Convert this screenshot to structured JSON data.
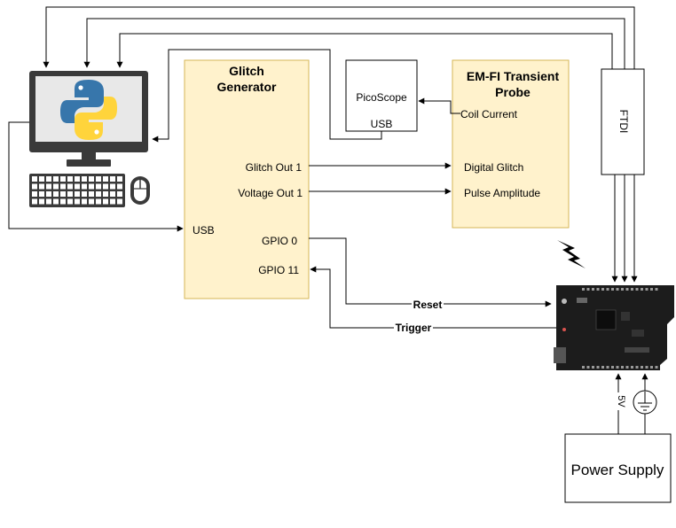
{
  "colors": {
    "block_fill": "#fff2cc",
    "block_stroke": "#d6b656",
    "line": "#000000",
    "monitor_body": "#3a3a3a",
    "monitor_screen": "#e8e8e8",
    "python_blue": "#3776ab",
    "python_yellow": "#ffd43b",
    "board": "#1c1c1c"
  },
  "glitch_generator": {
    "title_line1": "Glitch",
    "title_line2": "Generator",
    "glitch_out": "Glitch Out 1",
    "voltage_out": "Voltage Out 1",
    "usb": "USB",
    "gpio0": "GPIO 0",
    "gpio11": "GPIO 11"
  },
  "picoscope": {
    "name": "PicoScope",
    "usb": "USB"
  },
  "probe": {
    "title_line1": "EM-FI Transient",
    "title_line2": "Probe",
    "coil_current": "Coil Current",
    "digital_glitch": "Digital Glitch",
    "pulse_amplitude": "Pulse Amplitude"
  },
  "ftdi": {
    "label": "FTDI"
  },
  "signals": {
    "reset": "Reset",
    "trigger": "Trigger",
    "five_volt": "5V"
  },
  "power_supply": {
    "label": "Power Supply"
  },
  "icons": {
    "computer": "computer-with-python-logo",
    "keyboard": "keyboard-icon",
    "mouse": "mouse-icon",
    "lightning": "lightning-bolt-icon",
    "board": "microcontroller-board",
    "ground": "ground-symbol-icon"
  }
}
